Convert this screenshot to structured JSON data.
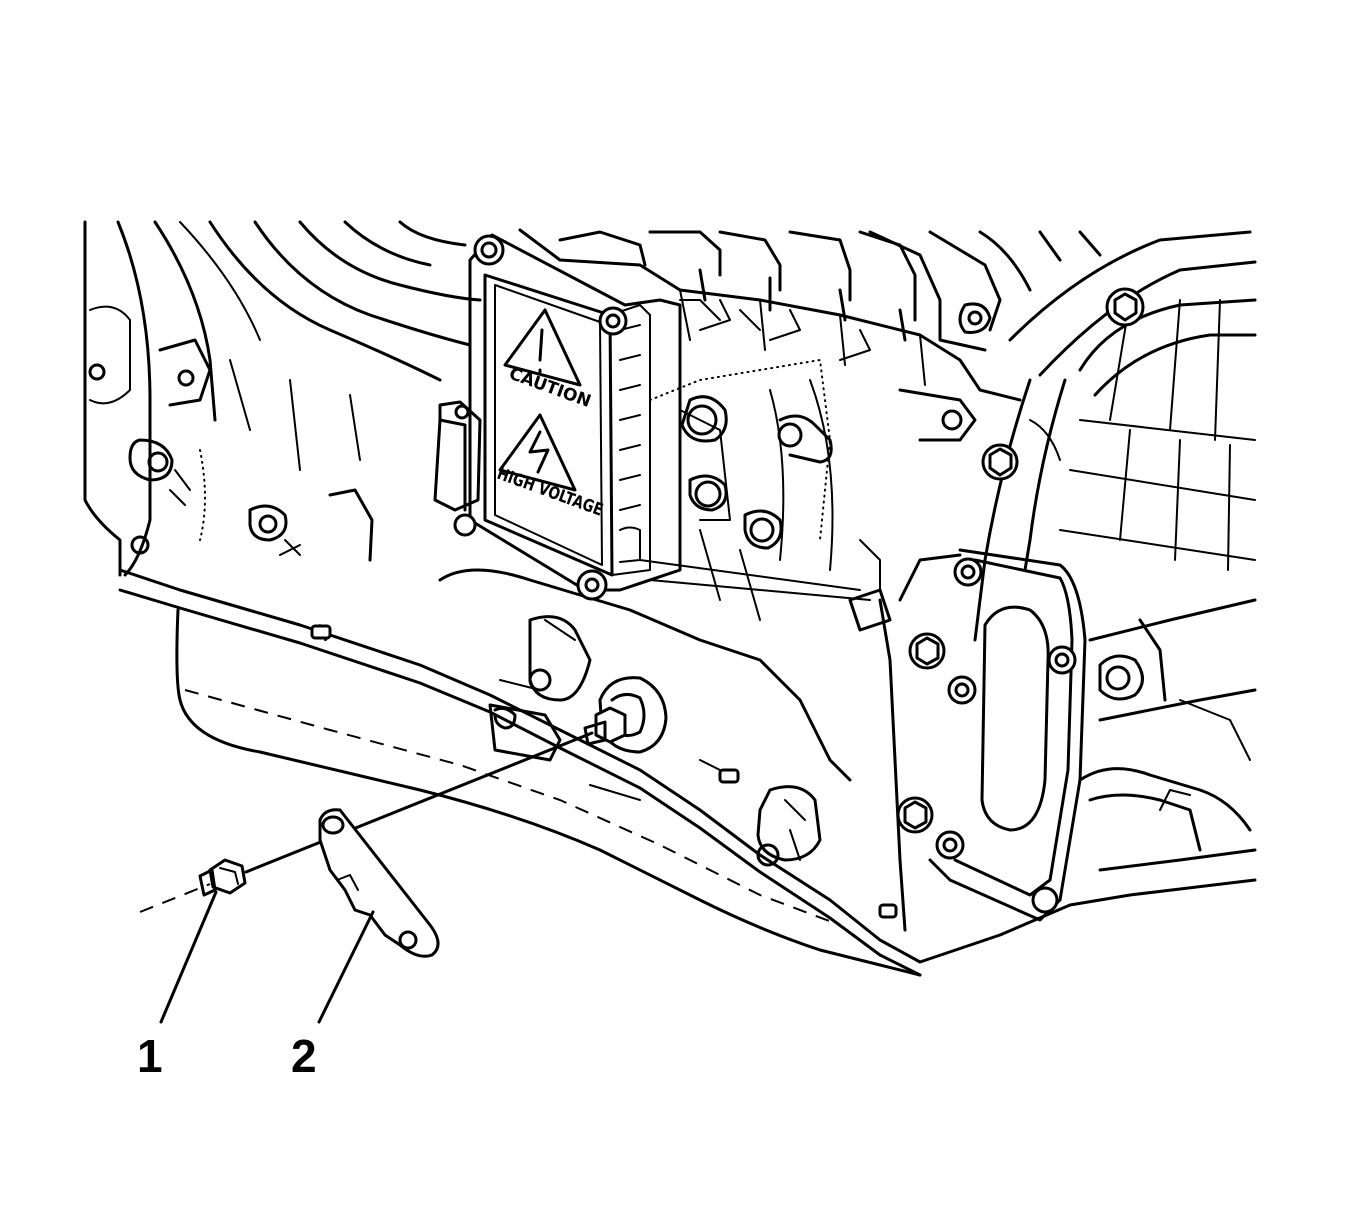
{
  "callouts": [
    {
      "id": "1",
      "label": "1"
    },
    {
      "id": "2",
      "label": "2"
    }
  ],
  "warning_plate": {
    "line1": "CAUTION",
    "line2": "HIGH VOLTAGE"
  }
}
